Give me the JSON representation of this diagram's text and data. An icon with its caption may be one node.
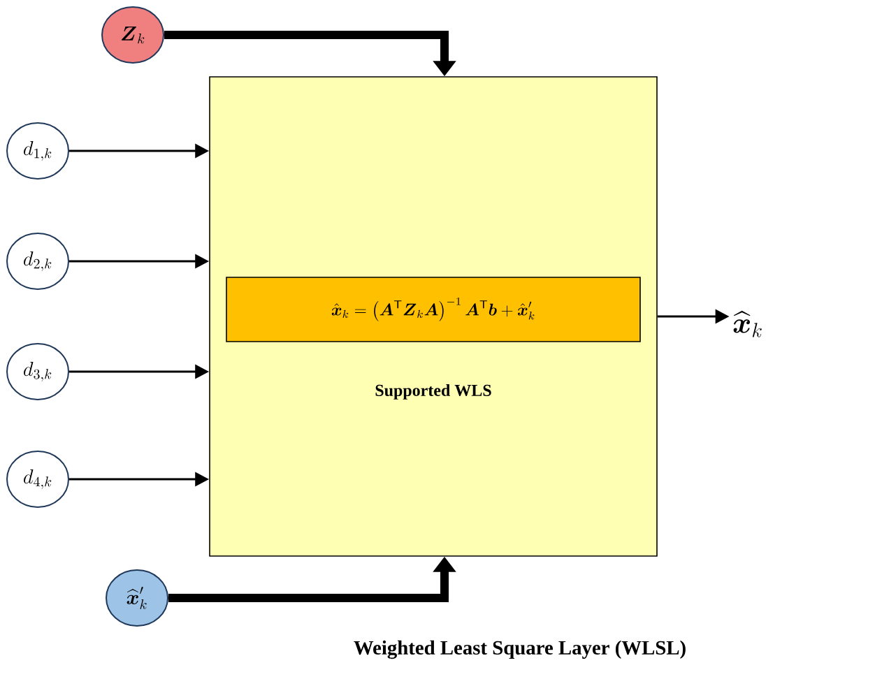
{
  "diagram": {
    "caption": "Weighted Least Square Layer (WLSL)",
    "nodes": [
      {
        "text": [
          "\\boldsymbol{Z}_k"
        ]
      },
      {
        "text": [
          "d_{1,k}"
        ]
      },
      {
        "text": [
          "d_{2,k}"
        ]
      },
      {
        "text": [
          "d_{3,k}"
        ]
      },
      {
        "text": [
          "d_{4,k}"
        ]
      },
      {
        "text": [
          "Supported WLS"
        ]
      },
      {
        "text": [
          "\\hat{\\boldsymbol{x}}_k = \\left(\\boldsymbol{A}^{\\mathsf{T}}\\boldsymbol{Z}_k\\boldsymbol{A}\\right)^{-1}\\boldsymbol{A}^{\\mathsf{T}}\\boldsymbol{b} + \\hat{\\boldsymbol{x}}'_k"
        ],
        "in": 5
      },
      {
        "text": [
          "\\widehat{\\boldsymbol{x}}'_k"
        ]
      },
      {
        "text": [
          "\\widehat{\\boldsymbol{x}}_k"
        ]
      }
    ],
    "edges": [
      {
        "from": 0,
        "to": 5,
        "arrow": "to",
        "style": "thick"
      },
      {
        "from": 1,
        "to": 5,
        "arrow": "to"
      },
      {
        "from": 2,
        "to": 5,
        "arrow": "to"
      },
      {
        "from": 3,
        "to": 5,
        "arrow": "to"
      },
      {
        "from": 4,
        "to": 5,
        "arrow": "to"
      },
      {
        "from": 7,
        "to": 5,
        "arrow": "to",
        "style": "thick"
      },
      {
        "from": 5,
        "to": 8,
        "arrow": "to"
      }
    ]
  }
}
